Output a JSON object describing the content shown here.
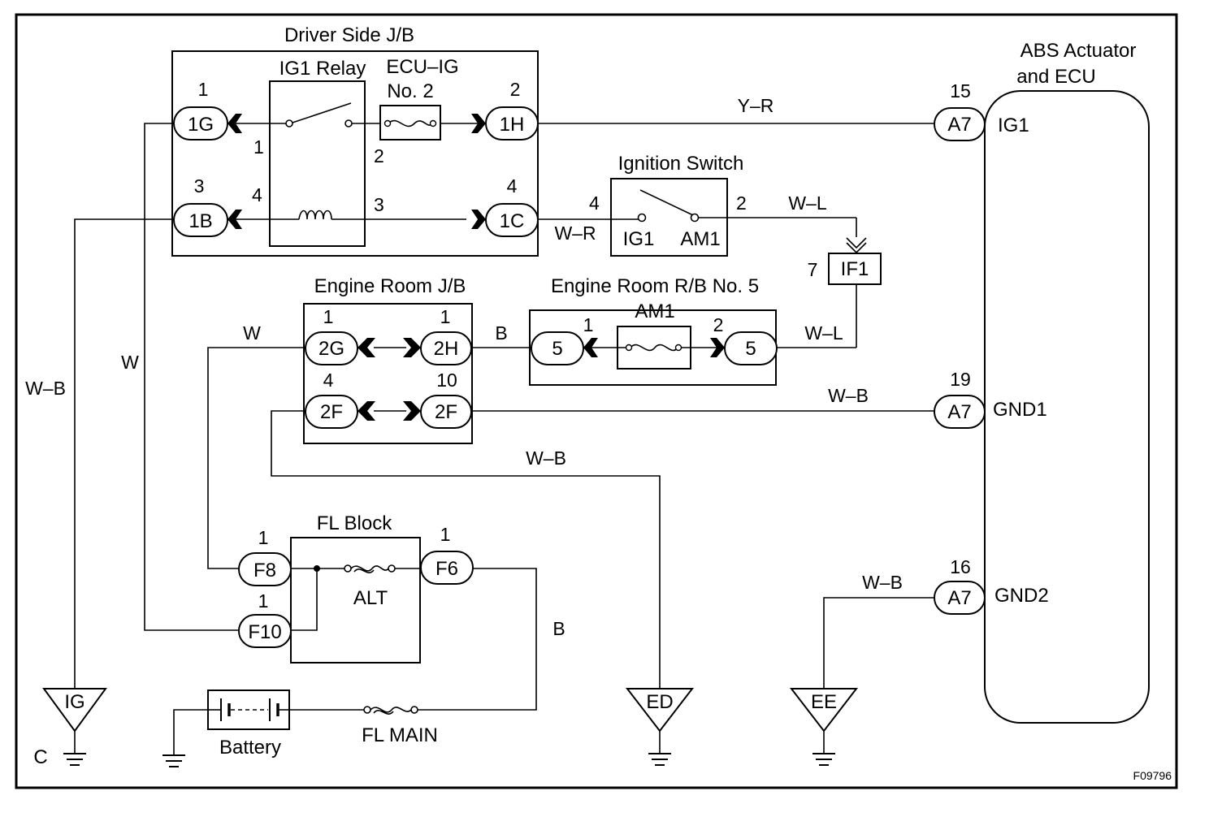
{
  "figure_id": "F09796",
  "blocks": {
    "driver_jb": "Driver Side J/B",
    "ig1_relay": "IG1 Relay",
    "ecu_ig_line1": "ECU–IG",
    "ecu_ig_line2": "No. 2",
    "abs_line1": "ABS Actuator",
    "abs_line2": "and ECU",
    "ignition_switch": "Ignition Switch",
    "engine_room_jb": "Engine Room J/B",
    "engine_room_rb": "Engine Room R/B No. 5",
    "am1_fuse": "AM1",
    "fl_block": "FL Block",
    "alt": "ALT",
    "battery": "Battery",
    "fl_main": "FL MAIN"
  },
  "connectors": {
    "c1g": "1G",
    "c1h": "1H",
    "c1b": "1B",
    "c1c": "1C",
    "c2g": "2G",
    "c2h": "2H",
    "c2f_l": "2F",
    "c2f_r": "2F",
    "c5_l": "5",
    "c5_r": "5",
    "cf8": "F8",
    "cf6": "F6",
    "cf10": "F10",
    "ca7_1": "A7",
    "ca7_2": "A7",
    "ca7_3": "A7",
    "cif1": "IF1"
  },
  "pins": {
    "p1g": "1",
    "p1h": "2",
    "p1b": "3",
    "p1c": "4",
    "relay1": "1",
    "relay2": "2",
    "relay3": "3",
    "relay4": "4",
    "ign4": "4",
    "ign2": "2",
    "p2g": "1",
    "p2h": "1",
    "p2fl": "4",
    "p2fr": "10",
    "am1_1": "1",
    "am1_2": "2",
    "pf8": "1",
    "pf6": "1",
    "pf10": "1",
    "pa7_15": "15",
    "pa7_19": "19",
    "pa7_16": "16",
    "pif1": "7"
  },
  "terminals": {
    "ig1_term": "IG1",
    "am1_term": "AM1",
    "ecu_ig1": "IG1",
    "ecu_gnd1": "GND1",
    "ecu_gnd2": "GND2"
  },
  "wires": {
    "yr": "Y–R",
    "wr": "W–R",
    "wl_top": "W–L",
    "wl_bot": "W–L",
    "w_left": "W",
    "w_top": "W",
    "b_mid": "B",
    "b_right": "B",
    "wb_left": "W–B",
    "wb_gnd1": "W–B",
    "wb_ed": "W–B",
    "wb_ee": "W–B"
  },
  "grounds": {
    "ig": "IG",
    "ed": "ED",
    "ee": "EE",
    "c_label": "C"
  }
}
